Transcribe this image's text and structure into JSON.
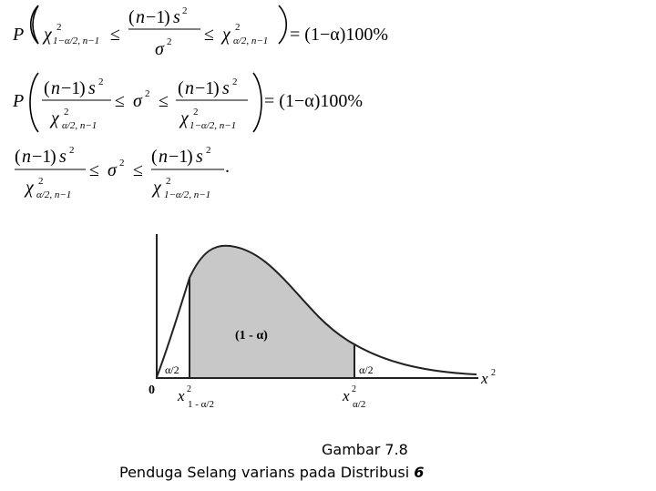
{
  "equations": {
    "eq1": {
      "P": "P",
      "chi": "χ",
      "sq": "2",
      "sub_lower": "1−α/2, n−1",
      "sub_upper": "α/2, n−1",
      "leq": "≤",
      "num_open": "(",
      "num_n": "n",
      "num_minus1": "−1",
      "num_close": ")",
      "num_s": "s",
      "den_sigma": "σ",
      "rhs": "= (1−α)100%"
    },
    "eq2": {
      "P": "P",
      "rhs": "= (1−α)100%"
    },
    "eq3": {
      "period": "."
    }
  },
  "figure": {
    "origin_label": "0",
    "axis_label": "x",
    "axis_label_sup": "2",
    "center_label": "(1 - α)",
    "left_tail_label": "α/2",
    "right_tail_label": "α/2",
    "x_lower_label": "x",
    "x_lower_sup": "2",
    "x_lower_sub": "1 - α/2",
    "x_upper_label": "x",
    "x_upper_sup": "2",
    "x_upper_sub": "α/2",
    "colors": {
      "shade": "#c8c8c8",
      "curve": "#222222"
    }
  },
  "caption": {
    "line1": "Gambar 7.8",
    "line2": "Penduga Selang varians pada Distribusi",
    "mark": "6"
  }
}
